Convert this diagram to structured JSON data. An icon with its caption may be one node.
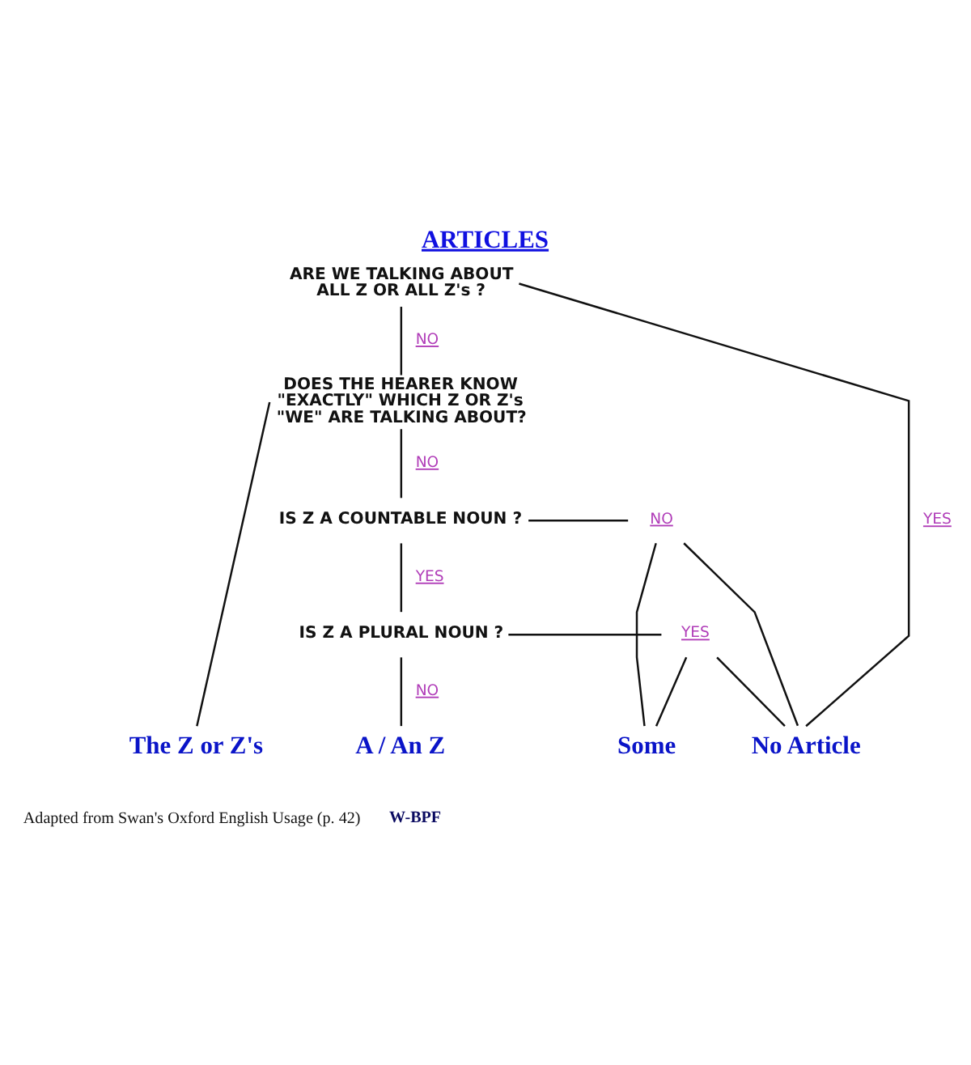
{
  "diagram": {
    "title": "ARTICLES",
    "nodes": [
      {
        "text": [
          "ARE WE TALKING ABOUT ALL Z OR ALL Z's ?"
        ]
      },
      {
        "text": [
          "DOES THE HEARER KNOW \"EXACTLY\" WHICH Z OR Z's \"WE\" ARE TALKING ABOUT?"
        ]
      },
      {
        "text": [
          "IS Z A COUNTABLE NOUN ?"
        ]
      },
      {
        "text": [
          "NO"
        ]
      },
      {
        "text": [
          "IS Z A PLURAL NOUN ?"
        ]
      },
      {
        "text": [
          "YES"
        ]
      },
      {
        "text": [
          "The Z or Z's"
        ]
      },
      {
        "text": [
          "A / An Z"
        ]
      },
      {
        "text": [
          "Some"
        ]
      },
      {
        "text": [
          "No Article"
        ]
      }
    ],
    "edges": [
      {
        "from": 0,
        "to": 1,
        "arrow": "none",
        "label": "NO"
      },
      {
        "from": 0,
        "to": 9,
        "arrow": "none",
        "label": "YES"
      },
      {
        "from": 1,
        "to": 6,
        "arrow": "none"
      },
      {
        "from": 1,
        "to": 2,
        "arrow": "none",
        "label": "NO"
      },
      {
        "from": 2,
        "to": 4,
        "arrow": "none",
        "label": "YES"
      },
      {
        "from": 2,
        "to": 3,
        "arrow": "none"
      },
      {
        "from": 3,
        "to": 8,
        "arrow": "none"
      },
      {
        "from": 3,
        "to": 9,
        "arrow": "none"
      },
      {
        "from": 4,
        "to": 7,
        "arrow": "none",
        "label": "NO"
      },
      {
        "from": 4,
        "to": 5,
        "arrow": "none"
      },
      {
        "from": 5,
        "to": 8,
        "arrow": "none"
      },
      {
        "from": 5,
        "to": 9,
        "arrow": "none"
      }
    ],
    "labels": [
      "Adapted from Swan's Oxford English Usage (p. 42)",
      "W-BPF"
    ]
  }
}
